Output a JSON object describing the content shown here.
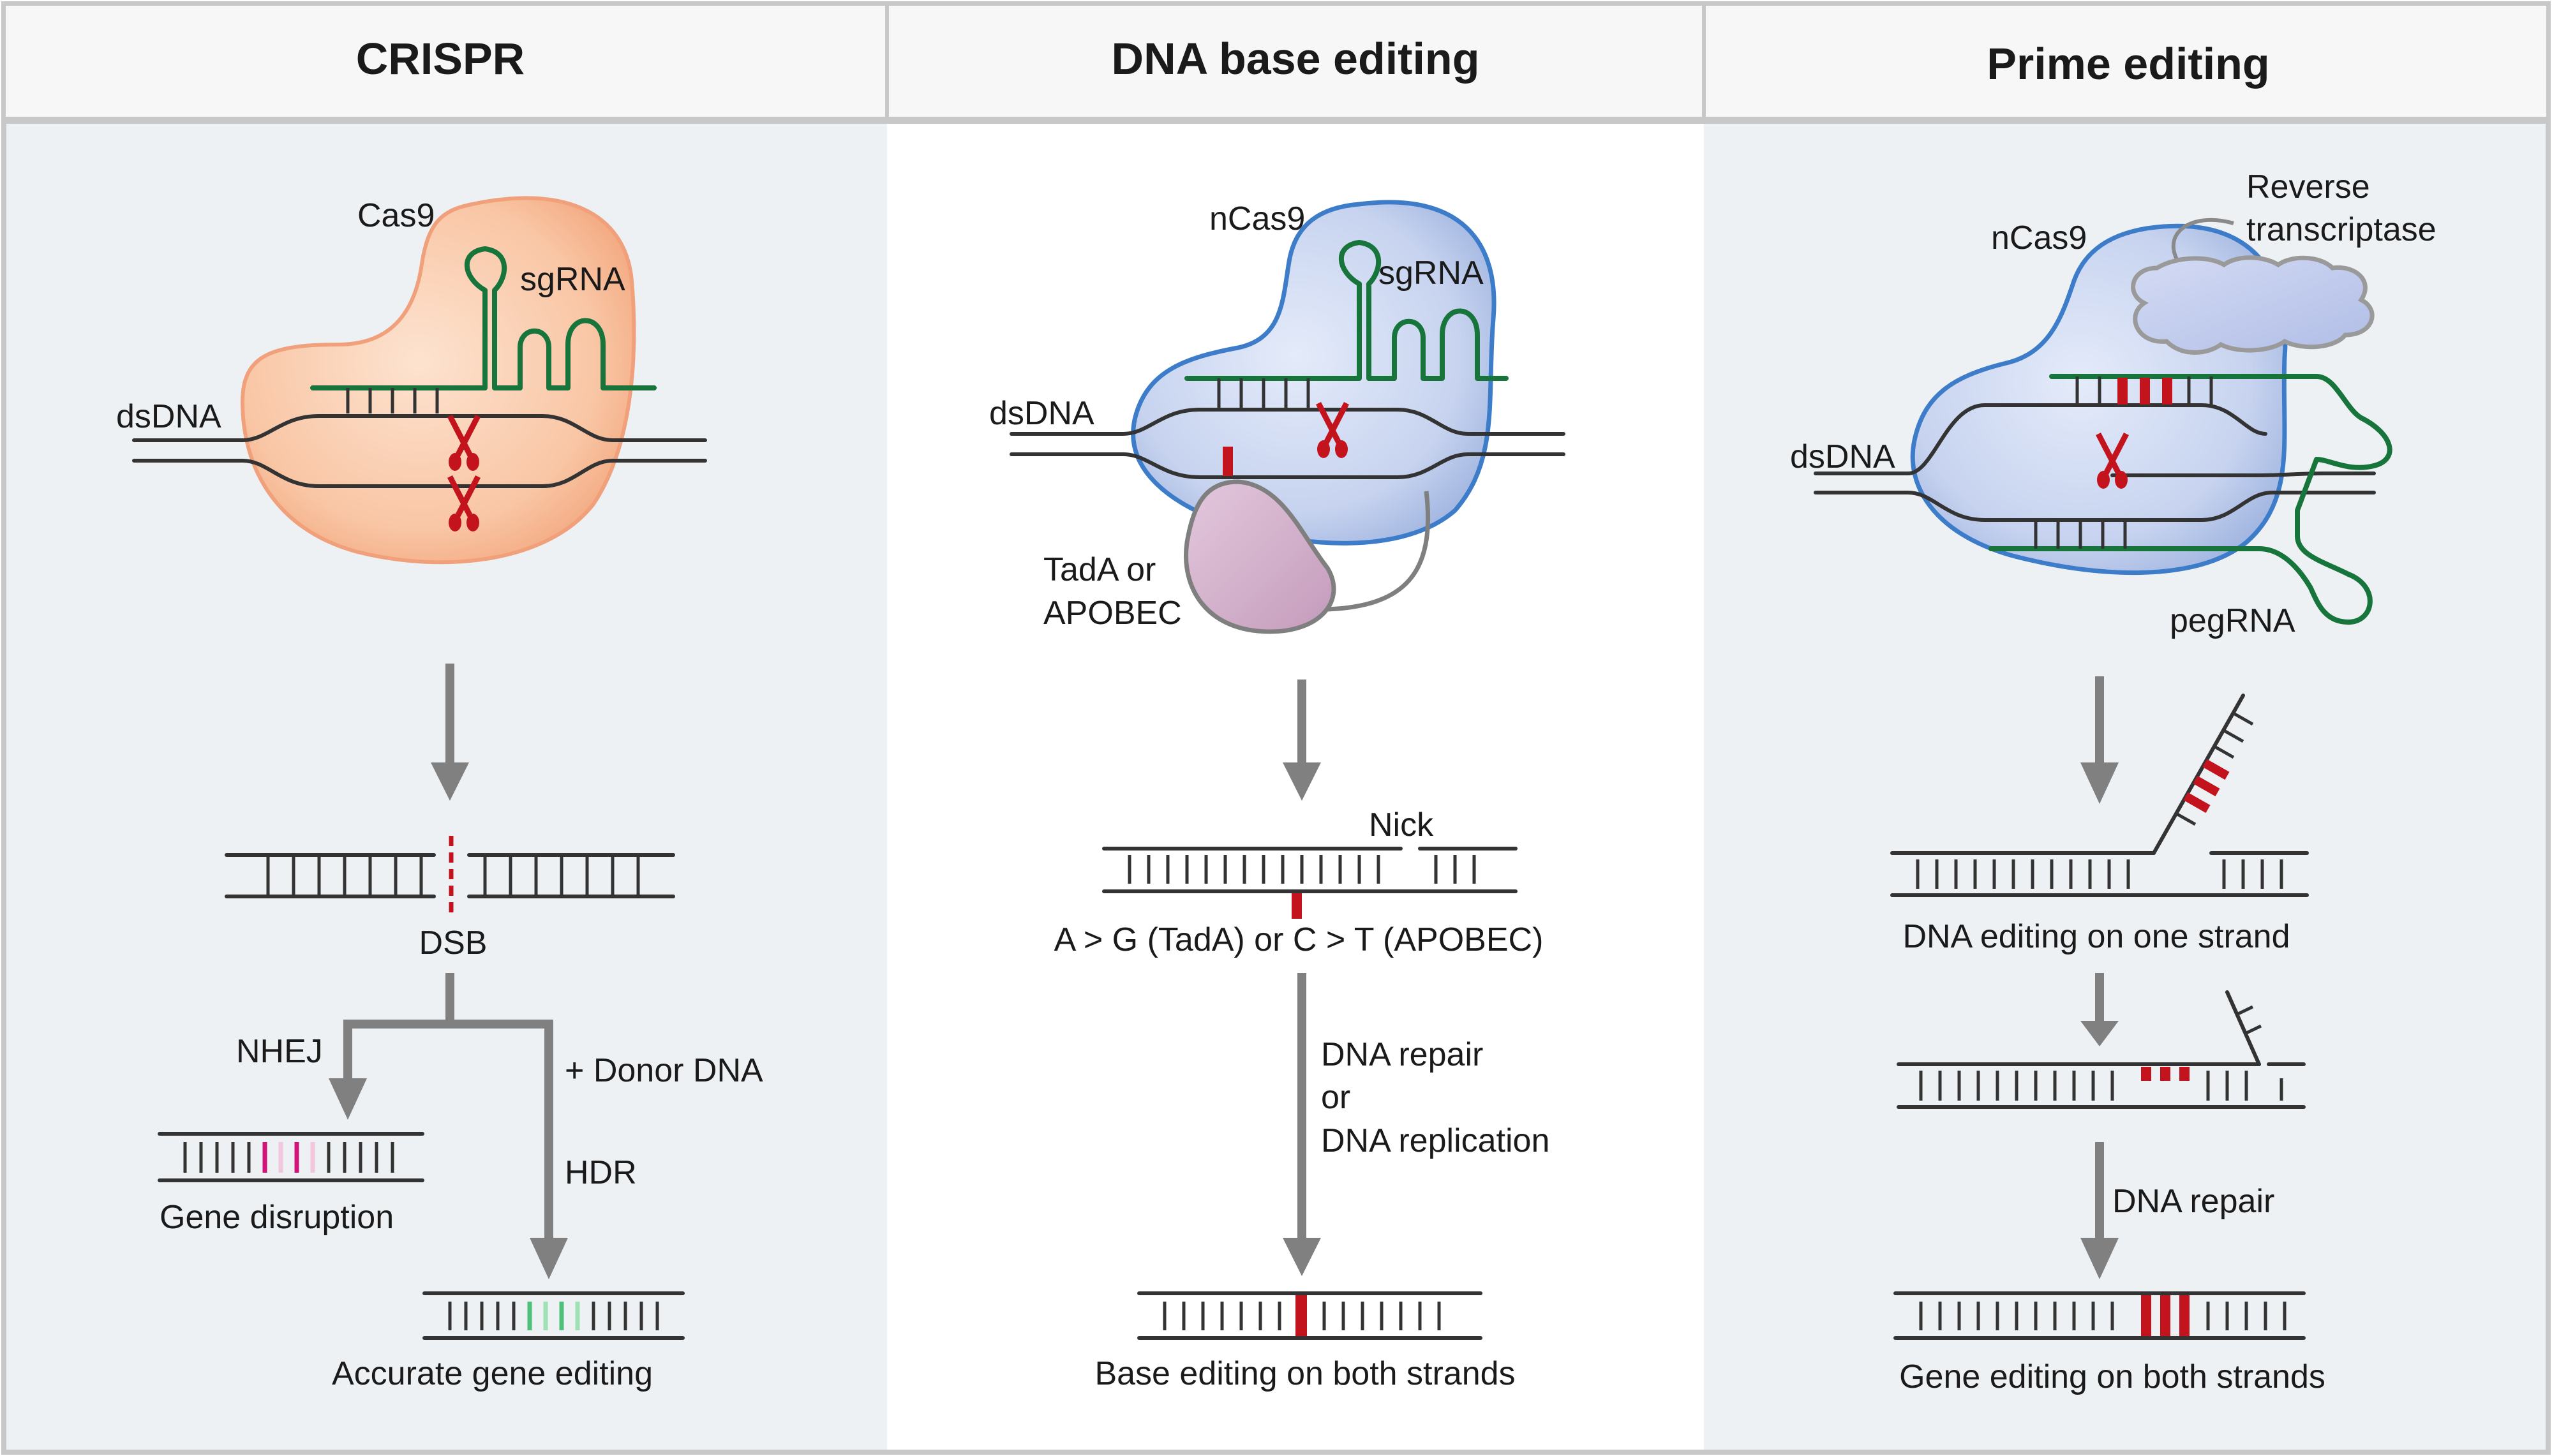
{
  "headers": [
    "CRISPR",
    "DNA base editing",
    "Prime editing"
  ],
  "crispr": {
    "cas9": "Cas9",
    "sgrna": "sgRNA",
    "dsdna": "dsDNA",
    "dsb": "DSB",
    "nhej": "NHEJ",
    "donor": "+ Donor DNA",
    "hdr": "HDR",
    "gene_disruption": "Gene disruption",
    "accurate": "Accurate gene editing"
  },
  "base": {
    "ncas9": "nCas9",
    "sgrna": "sgRNA",
    "dsdna": "dsDNA",
    "deaminase_1": "TadA or",
    "deaminase_2": "APOBEC",
    "nick": "Nick",
    "conversion": "A > G (TadA) or C > T (APOBEC)",
    "repair_1": "DNA repair",
    "repair_2": "or",
    "repair_3": "DNA replication",
    "result": "Base editing on both strands"
  },
  "prime": {
    "ncas9": "nCas9",
    "rt_1": "Reverse",
    "rt_2": "transcriptase",
    "dsdna": "dsDNA",
    "pegrna": "pegRNA",
    "one_strand": "DNA editing on one strand",
    "repair": "DNA repair",
    "result": "Gene editing on both strands"
  },
  "colors": {
    "cas9": "#f9c6a5",
    "ncas9": "#c7d3ef",
    "deaminase": "#d6b3cf",
    "rna": "#17743a",
    "edit": "#c3141e",
    "panel_bg": "#edf1f4"
  }
}
